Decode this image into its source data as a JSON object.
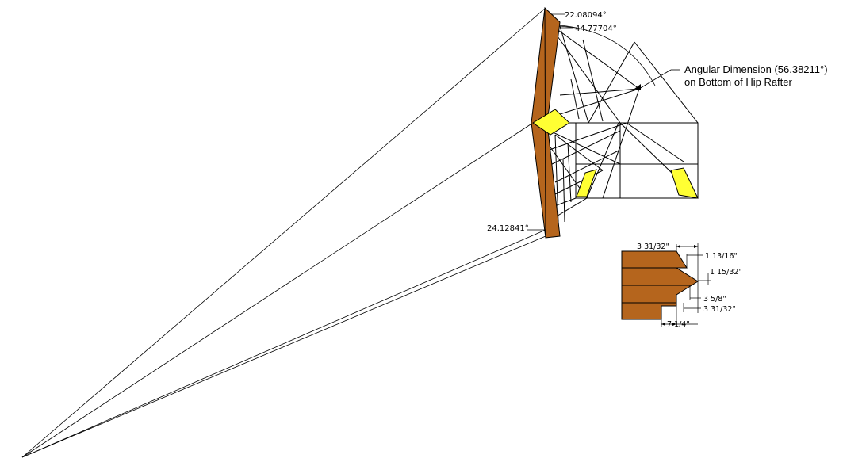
{
  "colors": {
    "rafter": "#b5651d",
    "highlight": "#ffff33",
    "line": "#000000",
    "background": "#ffffff"
  },
  "angles": {
    "top_outer": "22.08094°",
    "top_inner": "44.77704°",
    "bottom": "24.12841°"
  },
  "callout": {
    "line1": "Angular Dimension (56.38211°)",
    "line2": "on Bottom of Hip Rafter"
  },
  "detail": {
    "dim_top_width": "3 31/32\"",
    "dim_notch_top": "1 13/16\"",
    "dim_notch_mid": "1 15/32\"",
    "dim_right_1": "3 5/8\"",
    "dim_right_2": "3 31/32\"",
    "dim_bottom_width": "7 1/4\""
  }
}
